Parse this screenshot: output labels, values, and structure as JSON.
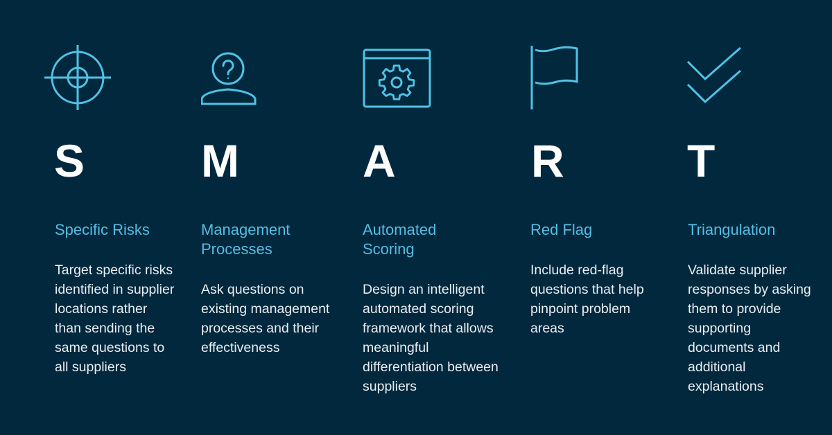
{
  "theme": {
    "background": "#02283d",
    "accent": "#4fc3e6",
    "title_color": "#55bde3",
    "letter_color": "#ffffff",
    "body_color": "#e9eef2"
  },
  "acronym": "SMART",
  "columns": [
    {
      "icon": "crosshair-target-icon",
      "letter": "S",
      "title": "Specific Risks",
      "description": "Target specific risks identified in supplier locations rather than sending the same questions to all suppliers"
    },
    {
      "icon": "person-question-icon",
      "letter": "M",
      "title": "Management\nProcesses",
      "description": "Ask questions on existing management processes and their effectiveness"
    },
    {
      "icon": "browser-gear-icon",
      "letter": "A",
      "title": "Automated\nScoring",
      "description": "Design an intelligent automated scoring framework that allows meaningful differentiation between suppliers"
    },
    {
      "icon": "flag-icon",
      "letter": "R",
      "title": "Red Flag",
      "description": "Include red-flag questions that help pinpoint problem areas"
    },
    {
      "icon": "double-check-icon",
      "letter": "T",
      "title": "Triangulation",
      "description": "Validate supplier responses by asking them to provide supporting documents and additional explanations"
    }
  ]
}
